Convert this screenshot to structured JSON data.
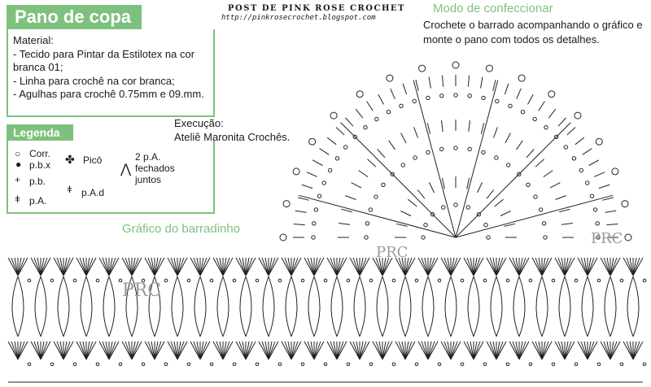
{
  "title": "Pano de copa",
  "material": {
    "heading": "Material:",
    "lines": [
      "- Tecido para Pintar da Estilotex na cor",
      "branca 01;",
      "- Linha para crochê na cor branca;",
      "- Agulhas para crochê 0.75mm e 09.mm."
    ]
  },
  "post_header": "Post de Pink Rose Crochet",
  "post_url": "http://pinkrosecrochet.blogspot.com",
  "modo": {
    "title": "Modo de confeccionar",
    "text": "Crochete o barrado acompanhando o gráfico e monte o pano com todos os detalhes."
  },
  "execucao": {
    "label": "Execução:",
    "name": "Ateliê Maronita Crochês."
  },
  "legenda": {
    "title": "Legenda",
    "items": {
      "corr": "Corr.",
      "pbx": "p.b.x",
      "pb": "p.b.",
      "pa": "p.A.",
      "pico": "Picô",
      "pad": "p.A.d",
      "fechados": "2 p.A. fechados juntos"
    }
  },
  "grafico_title": "Gráfico do barradinho",
  "watermark": "PRC",
  "colors": {
    "accent": "#7ec17e",
    "ink": "#1a1a1a"
  }
}
